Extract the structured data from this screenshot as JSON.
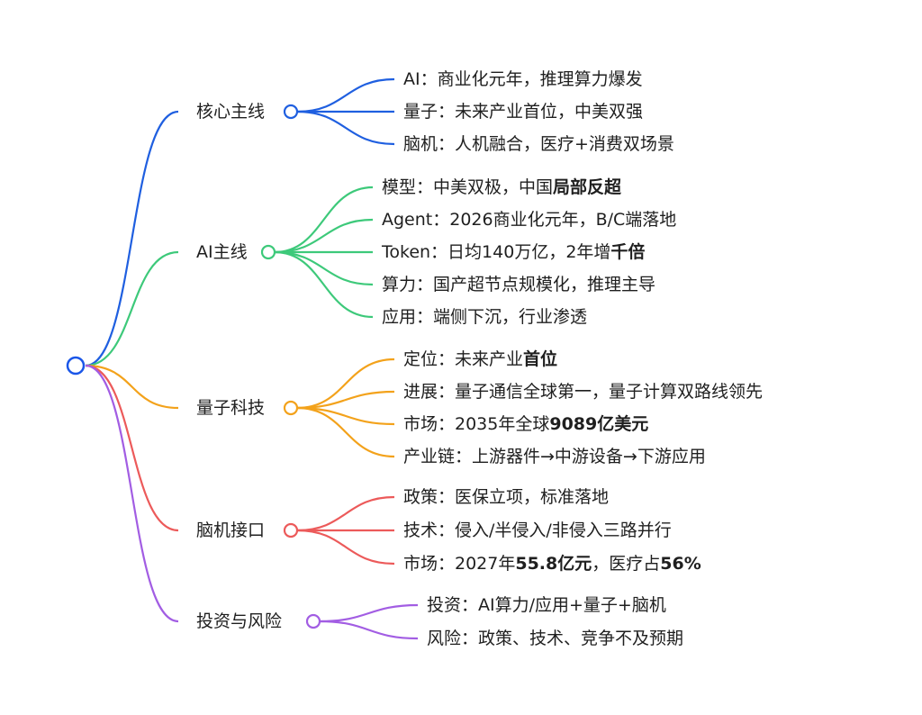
{
  "root": {
    "label": "",
    "color": "#1a56e8"
  },
  "branches": [
    {
      "id": "core",
      "label": "核心主线",
      "color": "#1f5fe0",
      "leaves": [
        [
          {
            "t": "AI：商业化元年，推理算力爆发"
          }
        ],
        [
          {
            "t": "量子：未来产业首位，中美双强"
          }
        ],
        [
          {
            "t": "脑机：人机融合，医疗+消费双场景"
          }
        ]
      ]
    },
    {
      "id": "ai",
      "label": "AI主线",
      "color": "#3dc97a",
      "leaves": [
        [
          {
            "t": "模型：中美双极，中国"
          },
          {
            "t": "局部反超",
            "b": true
          }
        ],
        [
          {
            "t": "Agent：2026商业化元年，B/C端落地"
          }
        ],
        [
          {
            "t": "Token：日均140万亿，2年增"
          },
          {
            "t": "千倍",
            "b": true
          }
        ],
        [
          {
            "t": "算力：国产超节点规模化，推理主导"
          }
        ],
        [
          {
            "t": "应用：端侧下沉，行业渗透"
          }
        ]
      ]
    },
    {
      "id": "quantum",
      "label": "量子科技",
      "color": "#f3a21b",
      "leaves": [
        [
          {
            "t": "定位：未来产业"
          },
          {
            "t": "首位",
            "b": true
          }
        ],
        [
          {
            "t": "进展：量子通信全球第一，量子计算双路线领先"
          }
        ],
        [
          {
            "t": "市场：2035年全球"
          },
          {
            "t": "9089亿美元",
            "b": true
          }
        ],
        [
          {
            "t": "产业链：上游器件→中游设备→下游应用"
          }
        ]
      ]
    },
    {
      "id": "bci",
      "label": "脑机接口",
      "color": "#ec5a5a",
      "leaves": [
        [
          {
            "t": "政策：医保立项，标准落地"
          }
        ],
        [
          {
            "t": "技术：侵入/半侵入/非侵入三路并行"
          }
        ],
        [
          {
            "t": "市场：2027年"
          },
          {
            "t": "55.8亿元",
            "b": true
          },
          {
            "t": "，医疗占"
          },
          {
            "t": "56%",
            "b": true
          }
        ]
      ]
    },
    {
      "id": "invest",
      "label": "投资与风险",
      "color": "#a25de3",
      "leaves": [
        [
          {
            "t": "投资：AI算力/应用+量子+脑机"
          }
        ],
        [
          {
            "t": "风险：政策、技术、竞争不及预期"
          }
        ]
      ]
    }
  ]
}
